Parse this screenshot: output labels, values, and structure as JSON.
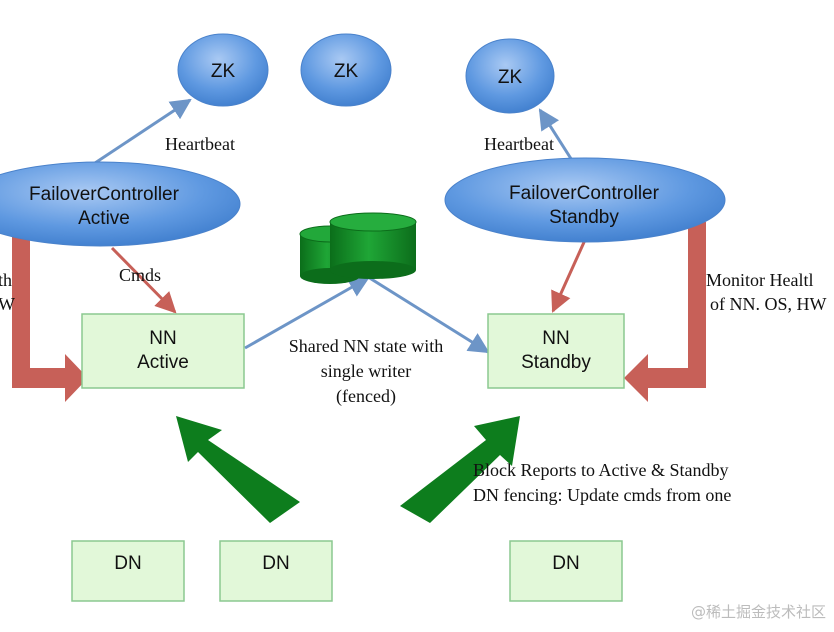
{
  "zk_nodes": [
    "ZK",
    "ZK",
    "ZK"
  ],
  "failover_active": {
    "line1": "FailoverController",
    "line2": "Active"
  },
  "failover_standby": {
    "line1": "FailoverController",
    "line2": "Standby"
  },
  "heartbeat_left": "Heartbeat",
  "heartbeat_right": "Heartbeat",
  "cmds": "Cmds",
  "monitor_left": {
    "line1": "th",
    "line2": "W"
  },
  "monitor_right": {
    "line1": "Monitor Healtl",
    "line2": "of NN. OS, HW"
  },
  "nn_active": {
    "line1": "NN",
    "line2": "Active"
  },
  "nn_standby": {
    "line1": "NN",
    "line2": "Standby"
  },
  "shared_state": {
    "line1": "Shared NN state with",
    "line2": "single writer",
    "line3": "(fenced)"
  },
  "block_reports": {
    "line1": "Block Reports to Active & Standby",
    "line2": "DN fencing: Update cmds from one"
  },
  "dn_nodes": [
    "DN",
    "DN",
    "DN"
  ],
  "watermark": "@稀土掘金技术社区",
  "colors": {
    "ellipse_fill": "#5c97e0",
    "nn_box_fill": "#e2f8d9",
    "nn_box_stroke": "#8bc990",
    "red_arrow": "#c76058",
    "green_arrow": "#0d7d1d",
    "blue_arrow": "#6d95c7",
    "disk_fill": "#15962a"
  }
}
